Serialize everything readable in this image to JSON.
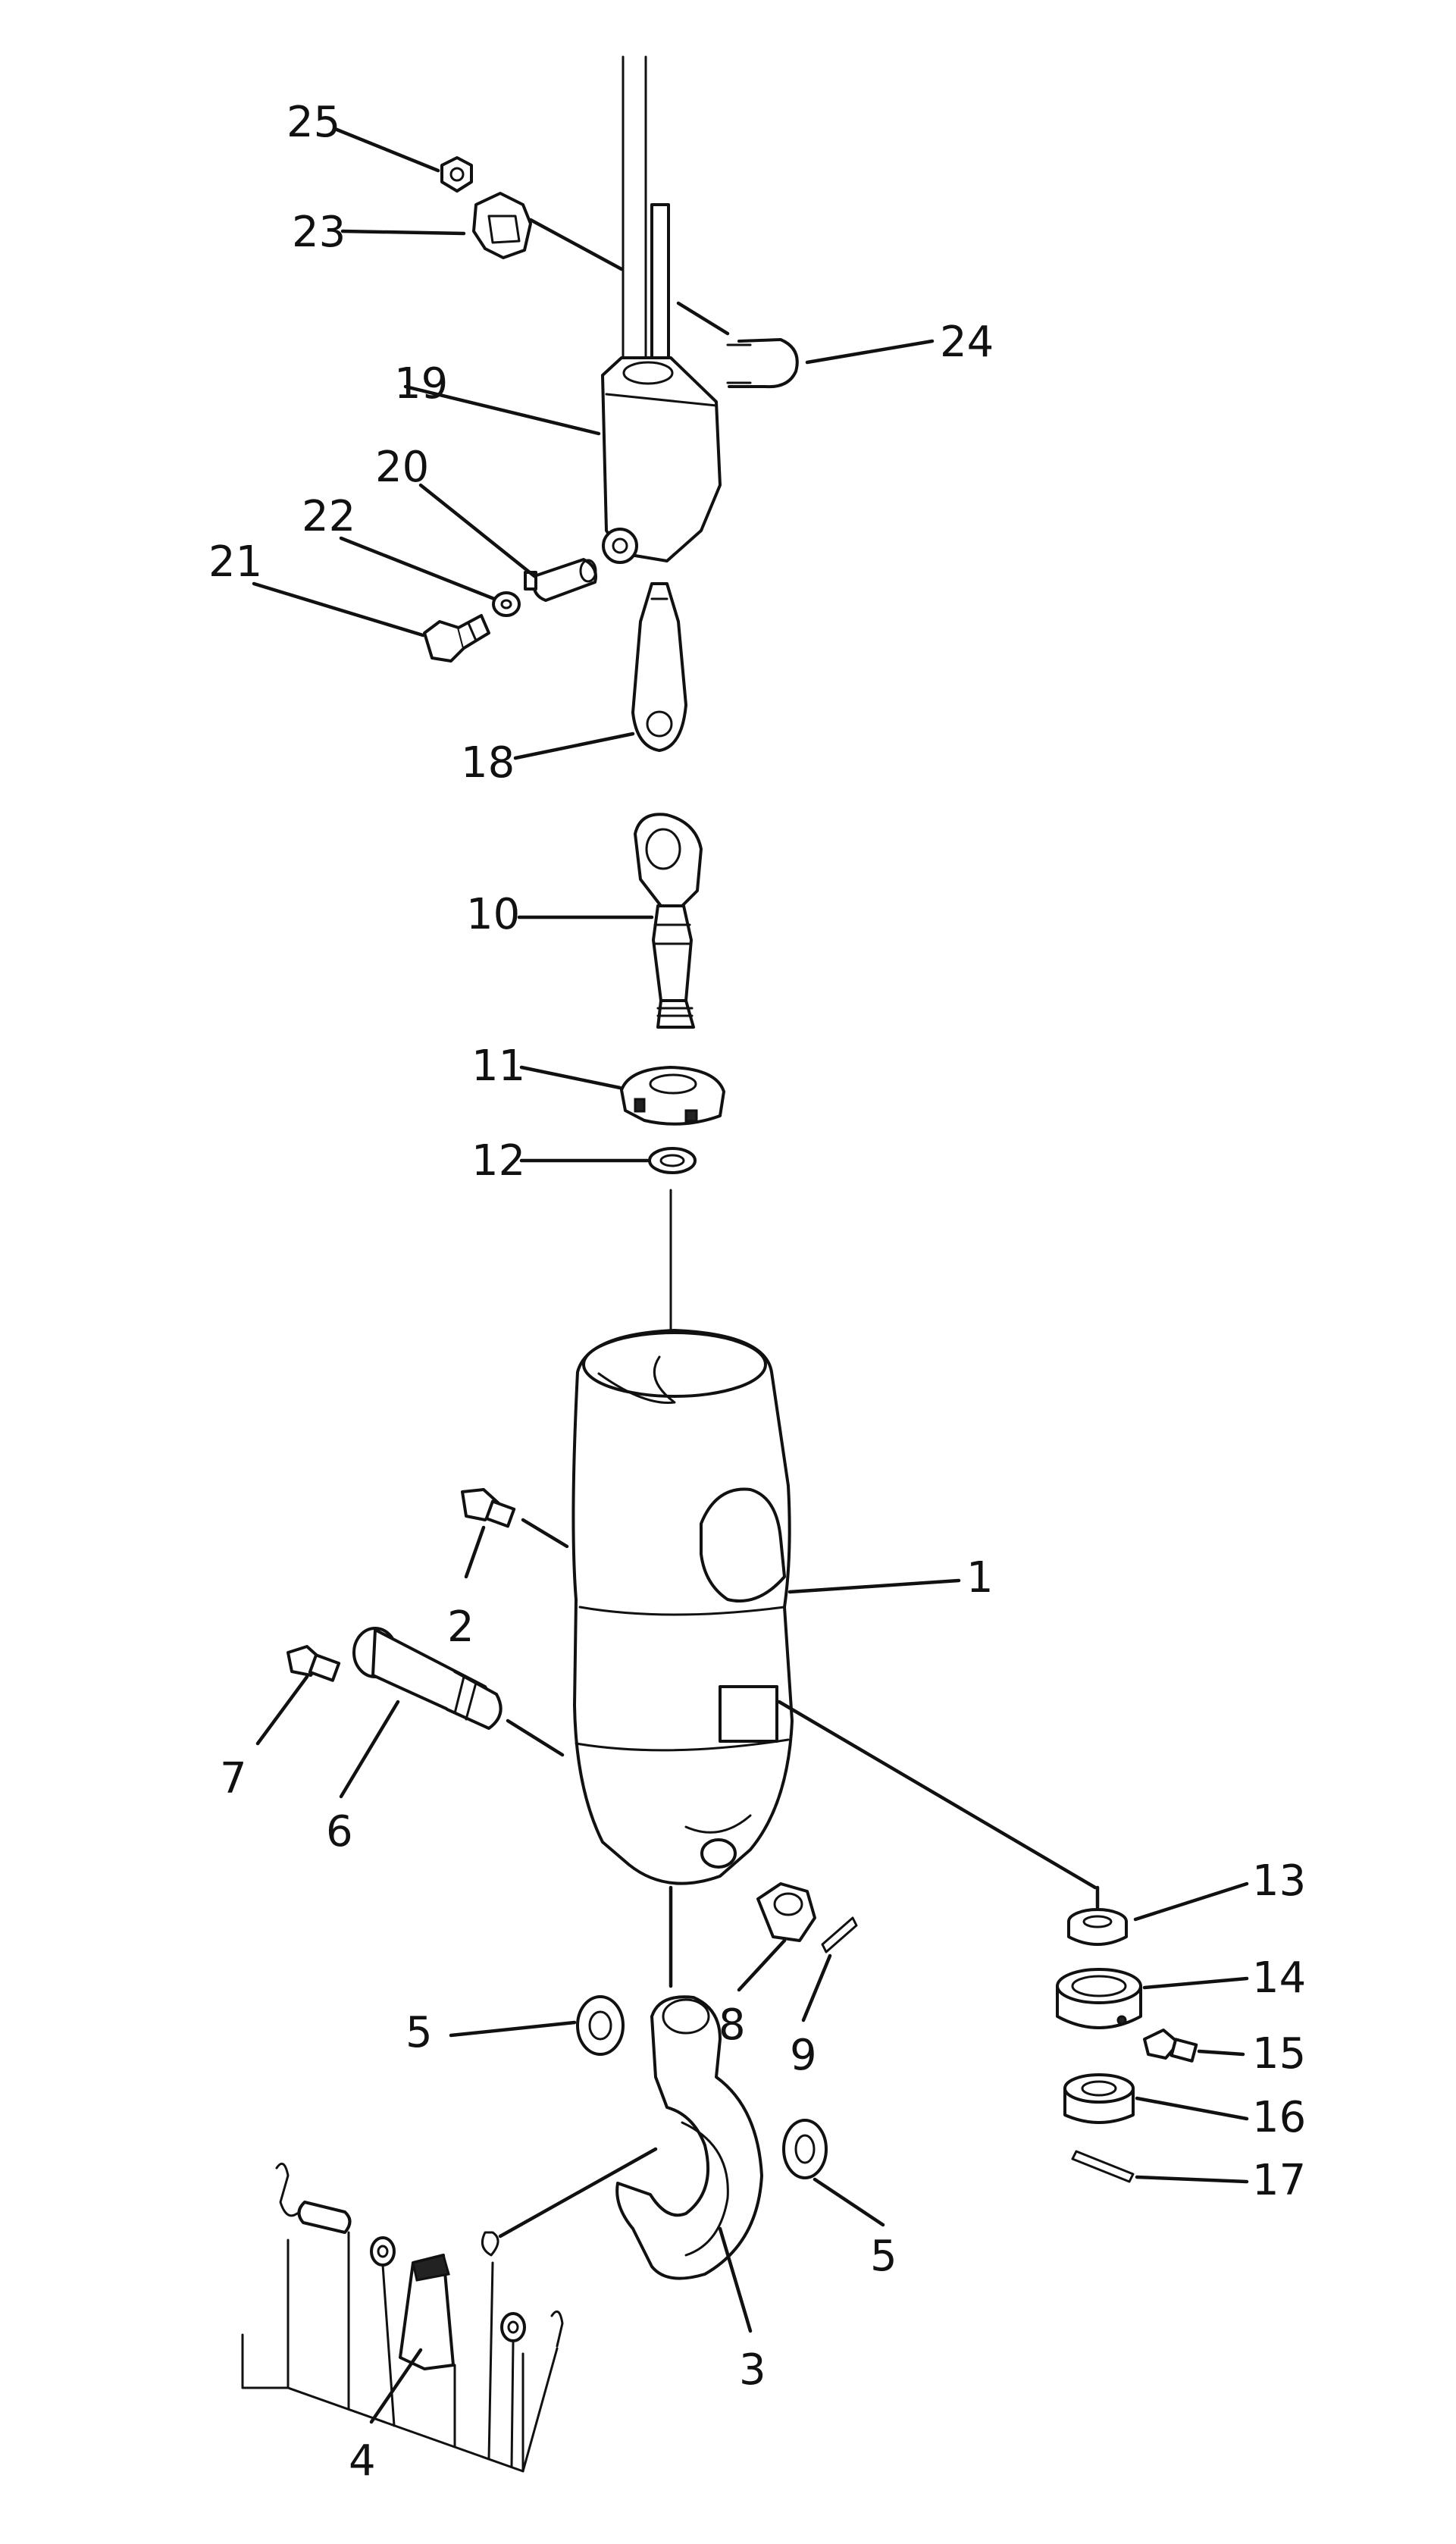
{
  "diagram": {
    "type": "exploded-parts-view",
    "callouts": [
      {
        "id": "c25",
        "label": "25"
      },
      {
        "id": "c23",
        "label": "23"
      },
      {
        "id": "c24",
        "label": "24"
      },
      {
        "id": "c19",
        "label": "19"
      },
      {
        "id": "c20",
        "label": "20"
      },
      {
        "id": "c22",
        "label": "22"
      },
      {
        "id": "c21",
        "label": "21"
      },
      {
        "id": "c18",
        "label": "18"
      },
      {
        "id": "c10",
        "label": "10"
      },
      {
        "id": "c11",
        "label": "11"
      },
      {
        "id": "c12",
        "label": "12"
      },
      {
        "id": "c1",
        "label": "1"
      },
      {
        "id": "c2",
        "label": "2"
      },
      {
        "id": "c7",
        "label": "7"
      },
      {
        "id": "c6",
        "label": "6"
      },
      {
        "id": "c13",
        "label": "13"
      },
      {
        "id": "c14",
        "label": "14"
      },
      {
        "id": "c15",
        "label": "15"
      },
      {
        "id": "c16",
        "label": "16"
      },
      {
        "id": "c17",
        "label": "17"
      },
      {
        "id": "c8",
        "label": "8"
      },
      {
        "id": "c9",
        "label": "9"
      },
      {
        "id": "c5a",
        "label": "5"
      },
      {
        "id": "c5b",
        "label": "5"
      },
      {
        "id": "c3",
        "label": "3"
      },
      {
        "id": "c4",
        "label": "4"
      }
    ]
  }
}
